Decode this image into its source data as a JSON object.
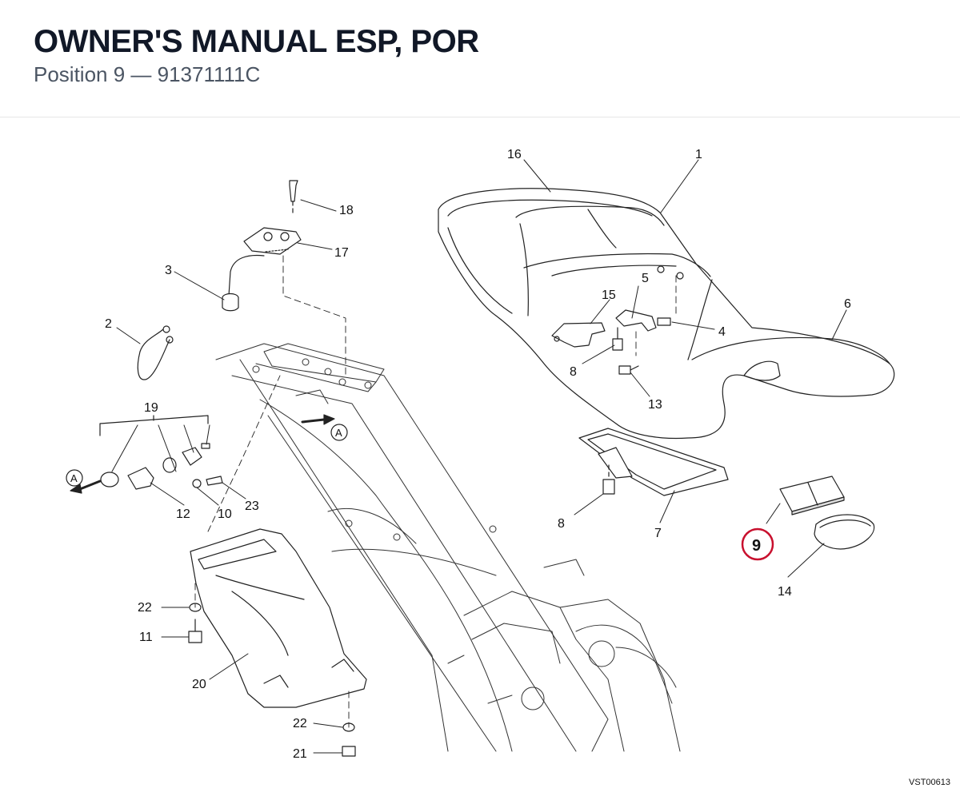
{
  "header": {
    "title": "OWNER'S MANUAL ESP, POR",
    "subtitle": "Position 9 — 91371111C"
  },
  "callouts": {
    "c1": "1",
    "c2": "2",
    "c3": "3",
    "c4": "4",
    "c5": "5",
    "c6": "6",
    "c7": "7",
    "c8a": "8",
    "c8b": "8",
    "c9": "9",
    "c10": "10",
    "c11": "11",
    "c12": "12",
    "c13": "13",
    "c14": "14",
    "c15": "15",
    "c16": "16",
    "c17": "17",
    "c18": "18",
    "c19": "19",
    "c20": "20",
    "c21": "21",
    "c22a": "22",
    "c22b": "22",
    "c23": "23",
    "arrowA1": "A",
    "arrowA2": "A"
  },
  "highlight": {
    "position": "9",
    "color": "#c8102e"
  },
  "doc_id": "VST00613"
}
